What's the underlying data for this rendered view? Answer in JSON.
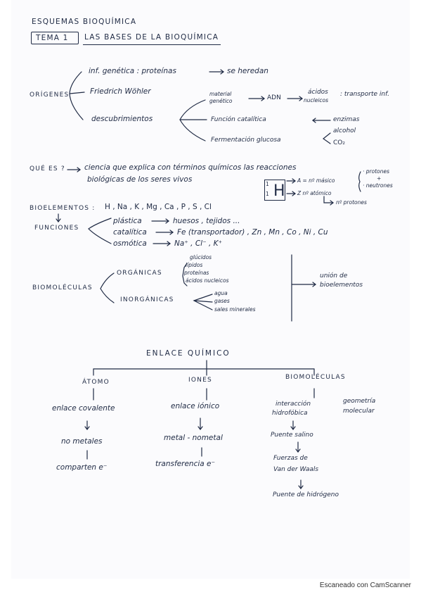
{
  "header": {
    "title": "ESQUEMAS BIOQUÍMICA",
    "tema": "TEMA 1",
    "subtitle": "LAS BASES DE LA BIOQUÍMICA"
  },
  "origenes": {
    "label": "ORÍGENES",
    "items": [
      "inf. genética : proteínas",
      "se heredan",
      "Friedrich Wöhler",
      "descubrimientos"
    ],
    "desc": {
      "material1": "material",
      "material2": "genético",
      "adn": "ADN",
      "acidos1": "ácidos",
      "acidos2": "nucleicos",
      "transporte": ": transporte inf.",
      "funcion": "Función catalítica",
      "enzimas": "enzimas",
      "fermentacion": "Fermentación glucosa",
      "alcohol": "alcohol",
      "co2": "CO₂"
    }
  },
  "que_es": {
    "label": "QUÉ ES ?",
    "line1": "ciencia que explica con términos químicos las reacciones",
    "line2": "biológicas de los seres vivos",
    "atom": {
      "mass_sup": "1",
      "num_sub": "1",
      "symbol": "H",
      "a_label": "A = nº másico",
      "z_label": "Z nº atómico",
      "protones": "· protones",
      "plus": "+",
      "neutrones": "· neutrones",
      "n_protones": "nº protones"
    }
  },
  "bioelementos": {
    "label": "BIOELEMENTOS :",
    "list": "H , Na , K , Mg , Ca , P , S , Cl"
  },
  "funciones": {
    "label": "FUNCIONES",
    "rows": [
      {
        "name": "plástica",
        "value": "huesos , tejidos ..."
      },
      {
        "name": "catalítica",
        "value": "Fe (transportador) , Zn , Mn , Co , Ni , Cu"
      },
      {
        "name": "osmótica",
        "value": "Na⁺ , Cl⁻ , K⁺"
      }
    ]
  },
  "biomoleculas": {
    "label": "BIOMOLÉCULAS",
    "organicas": "ORGÁNICAS",
    "organicas_items": [
      "glúcidos",
      "lípidos",
      "proteínas",
      "ácidos nucleicos"
    ],
    "inorganicas": "INORGÁNICAS",
    "inorganicas_items": [
      "agua",
      "gases",
      "sales minerales"
    ],
    "union1": "unión de",
    "union2": "bioelementos"
  },
  "enlace": {
    "title": "ENLACE QUÍMICO",
    "atomo": {
      "head": "ÁTOMO",
      "a": "enlace covalente",
      "b": "no metales",
      "c": "comparten e⁻"
    },
    "iones": {
      "head": "IONES",
      "a": "enlace iónico",
      "b": "metal - nometal",
      "c": "transferencia e⁻"
    },
    "biomol": {
      "head": "BIOMOLÉCULAS",
      "a1": "interacción",
      "a2": "hidrofóbica",
      "g1": "geometría",
      "g2": "molecular",
      "b": "Puente salino",
      "c1": "Fuerzas de",
      "c2": "Van der Waals",
      "d": "Puente de hidrógeno"
    }
  },
  "footer": {
    "text": "Escaneado con CamScanner"
  }
}
